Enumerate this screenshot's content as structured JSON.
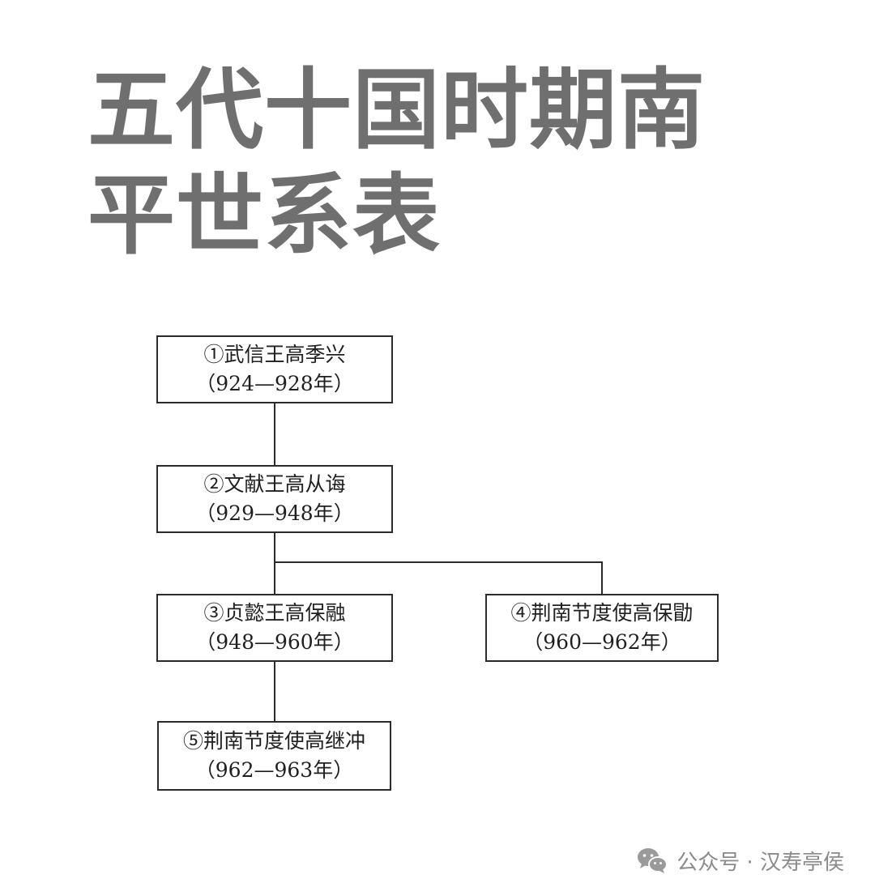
{
  "title": {
    "line1": "五代十国时期南",
    "line2": "平世系表"
  },
  "nodes": [
    {
      "name": "①武信王高季兴",
      "years": "（924—928年）"
    },
    {
      "name": "②文献王高从诲",
      "years": "（929—948年）"
    },
    {
      "name": "③贞懿王高保融",
      "years": "（948—960年）"
    },
    {
      "name": "④荆南节度使高保勖",
      "years": "（960—962年）"
    },
    {
      "name": "⑤荆南节度使高继冲",
      "years": "（962—963年）"
    }
  ],
  "footer": {
    "icon": "wechat-icon",
    "label": "公众号 · 汉寿亭侯"
  },
  "colors": {
    "title": "#6f6f6f",
    "line": "#2b2b2b",
    "footer": "#8a8a8a"
  }
}
